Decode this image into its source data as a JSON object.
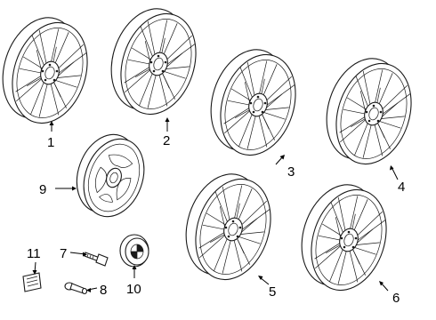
{
  "callouts": {
    "c1": "1",
    "c2": "2",
    "c3": "3",
    "c4": "4",
    "c5": "5",
    "c6": "6",
    "c7": "7",
    "c8": "8",
    "c9": "9",
    "c10": "10",
    "c11": "11"
  },
  "parts": {
    "wheels": [
      "1",
      "2",
      "3",
      "4",
      "5",
      "6"
    ],
    "spare_wheel": "9",
    "wheel_bolt": "7",
    "valve_stem": "8",
    "center_cap": "10",
    "label": "11"
  }
}
